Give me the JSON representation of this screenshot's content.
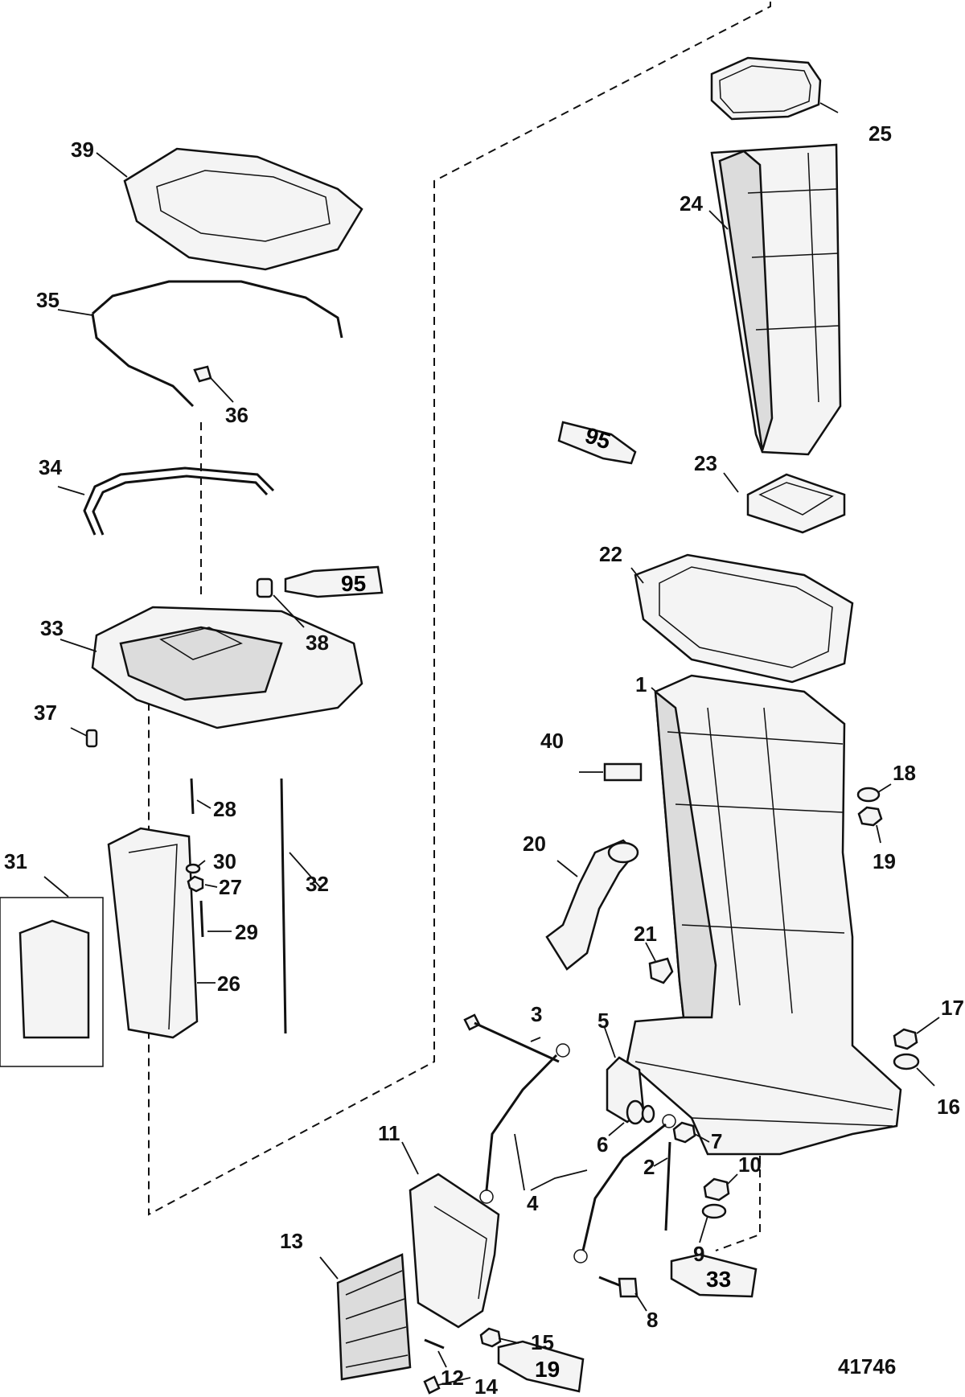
{
  "diagram_id": "41746",
  "callouts": [
    "1",
    "2",
    "3",
    "4",
    "5",
    "6",
    "7",
    "8",
    "9",
    "10",
    "11",
    "12",
    "13",
    "14",
    "15",
    "16",
    "17",
    "18",
    "19",
    "20",
    "21",
    "22",
    "23",
    "24",
    "25",
    "26",
    "27",
    "28",
    "29",
    "30",
    "31",
    "32",
    "33",
    "34",
    "35",
    "36",
    "37",
    "38",
    "39",
    "40"
  ],
  "sealant_tubes": [
    "95",
    "95",
    "33",
    "19"
  ]
}
